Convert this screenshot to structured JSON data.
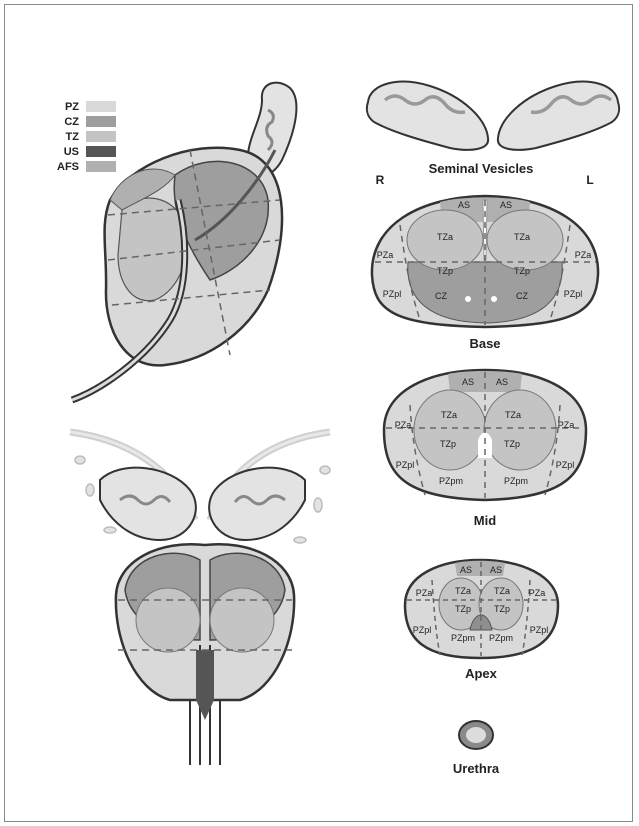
{
  "legend": [
    {
      "label": "PZ",
      "color": "#d9d9d9"
    },
    {
      "label": "CZ",
      "color": "#9e9e9e"
    },
    {
      "label": "TZ",
      "color": "#c4c4c4"
    },
    {
      "label": "US",
      "color": "#555555"
    },
    {
      "label": "AFS",
      "color": "#b0b0b0"
    }
  ],
  "seminal": {
    "caption": "Seminal Vesicles",
    "right": "R",
    "left": "L"
  },
  "base": {
    "caption": "Base",
    "labels": [
      "AS",
      "AS",
      "TZa",
      "TZa",
      "PZa",
      "PZa",
      "TZp",
      "TZp",
      "PZpl",
      "PZpl",
      "CZ",
      "CZ"
    ]
  },
  "mid": {
    "caption": "Mid",
    "labels": [
      "AS",
      "AS",
      "TZa",
      "TZa",
      "PZa",
      "PZa",
      "TZp",
      "TZp",
      "PZpl",
      "PZpl",
      "PZpm",
      "PZpm"
    ]
  },
  "apex": {
    "caption": "Apex",
    "labels": [
      "AS",
      "AS",
      "TZa",
      "TZa",
      "PZa",
      "PZa",
      "TZp",
      "TZp",
      "PZpl",
      "PZpl",
      "PZpm",
      "PZpm"
    ]
  },
  "urethra": {
    "caption": "Urethra"
  },
  "colors": {
    "pz": "#d9d9d9",
    "cz": "#9e9e9e",
    "tz": "#c4c4c4",
    "us": "#555555",
    "afs": "#b0b0b0",
    "outline": "#333333",
    "dash": "#666666"
  }
}
